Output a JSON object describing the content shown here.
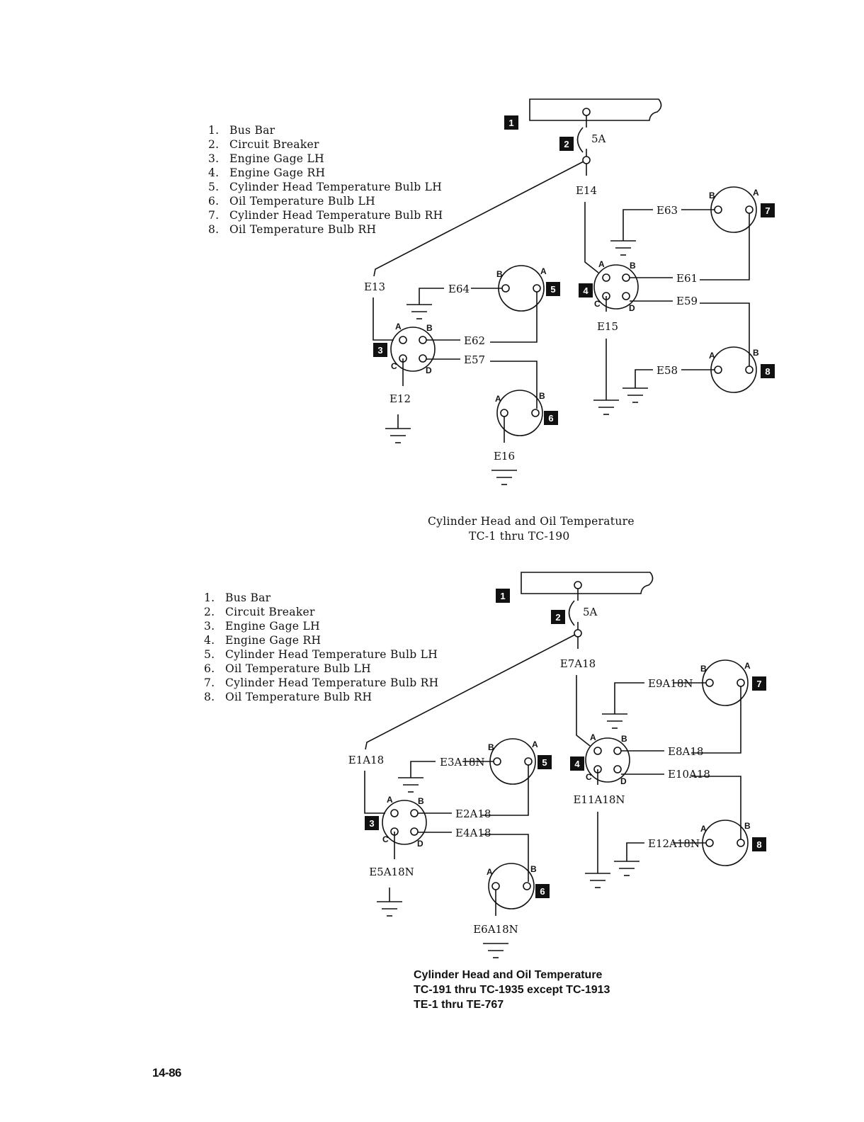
{
  "page_number": "14-86",
  "diagrams": [
    {
      "legend": [
        {
          "num": "1.",
          "text": "Bus Bar"
        },
        {
          "num": "2.",
          "text": "Circuit Breaker"
        },
        {
          "num": "3.",
          "text": "Engine Gage LH"
        },
        {
          "num": "4.",
          "text": "Engine Gage RH"
        },
        {
          "num": "5.",
          "text": "Cylinder Head Temperature Bulb LH"
        },
        {
          "num": "6.",
          "text": "Oil Temperature Bulb LH"
        },
        {
          "num": "7.",
          "text": "Cylinder Head Temperature Bulb RH"
        },
        {
          "num": "8.",
          "text": "Oil Temperature Bulb RH"
        }
      ],
      "breaker_rating": "5A",
      "wires": {
        "bus_to_rh_gage": "E14",
        "bus_to_lh_gage": "E13",
        "lh_gage_ground": "E12",
        "rh_gage_ground": "E15",
        "lh_gage_B_to_cht_lh": "E62",
        "lh_gage_D_to_oil_lh": "E57",
        "cht_lh_ground": "E64",
        "oil_lh_ground": "E16",
        "rh_gage_B_to_cht_rh": "E61",
        "rh_gage_D_to_oil_rh": "E59",
        "cht_rh_ground": "E63",
        "oil_rh_ground": "E58"
      },
      "caption": [
        "Cylinder Head and Oil Temperature",
        "TC-1 thru TC-190"
      ]
    },
    {
      "legend": [
        {
          "num": "1.",
          "text": "Bus Bar"
        },
        {
          "num": "2.",
          "text": "Circuit Breaker"
        },
        {
          "num": "3.",
          "text": "Engine Gage LH"
        },
        {
          "num": "4.",
          "text": "Engine Gage RH"
        },
        {
          "num": "5.",
          "text": "Cylinder Head Temperature Bulb LH"
        },
        {
          "num": "6.",
          "text": "Oil Temperature Bulb LH"
        },
        {
          "num": "7.",
          "text": "Cylinder Head Temperature Bulb RH"
        },
        {
          "num": "8.",
          "text": "Oil Temperature Bulb RH"
        }
      ],
      "breaker_rating": "5A",
      "wires": {
        "bus_to_rh_gage": "E7A18",
        "bus_to_lh_gage": "E1A18",
        "lh_gage_ground": "E5A18N",
        "rh_gage_ground": "E11A18N",
        "lh_gage_B_to_cht_lh": "E2A18",
        "lh_gage_D_to_oil_lh": "E4A18",
        "cht_lh_ground": "E3A18N",
        "oil_lh_ground": "E6A18N",
        "rh_gage_B_to_cht_rh": "E8A18",
        "rh_gage_D_to_oil_rh": "E10A18",
        "cht_rh_ground": "E9A18N",
        "oil_rh_ground": "E12A18N"
      },
      "caption": [
        "Cylinder Head and Oil Temperature",
        "TC-191 thru TC-1935 except TC-1913",
        "TE-1 thru TE-767"
      ]
    }
  ],
  "badges": [
    "1",
    "2",
    "3",
    "4",
    "5",
    "6",
    "7",
    "8"
  ],
  "pin_labels": {
    "A": "A",
    "B": "B",
    "C": "C",
    "D": "D"
  }
}
